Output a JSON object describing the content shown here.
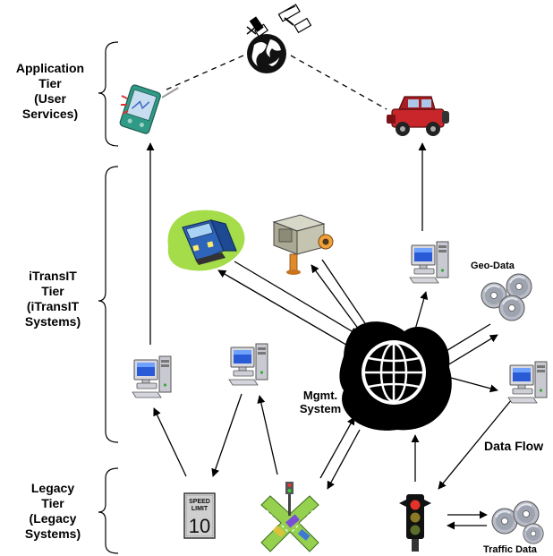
{
  "tiers": {
    "application": [
      "Application",
      "Tier",
      "(User",
      "Services)"
    ],
    "itransit": [
      "iTransIT",
      "Tier",
      "(iTransIT",
      "Systems)"
    ],
    "legacy": [
      "Legacy",
      "Tier",
      "(Legacy",
      "Systems)"
    ]
  },
  "labels": {
    "geo_data": "Geo-Data",
    "mgmt_line1": "Mgmt.",
    "mgmt_line2": "System",
    "data_flow": "Data Flow",
    "traffic_data": "Traffic Data",
    "speed_sign_line1": "SPEED",
    "speed_sign_line2": "LIMIT",
    "speed_sign_value": "10"
  },
  "icons": {
    "satellite": "satellite-globe-icon",
    "pda": "pda-handheld-icon",
    "jeep": "jeep-vehicle-icon",
    "train": "train-icon",
    "camera": "surveillance-camera-icon",
    "globe": "management-globe-icon",
    "cds": "cd-stack-icon",
    "computer": "desktop-computer-icon",
    "traffic_light": "traffic-light-icon",
    "speed_sign": "speed-limit-sign-icon",
    "intersection": "intersection-icon"
  }
}
